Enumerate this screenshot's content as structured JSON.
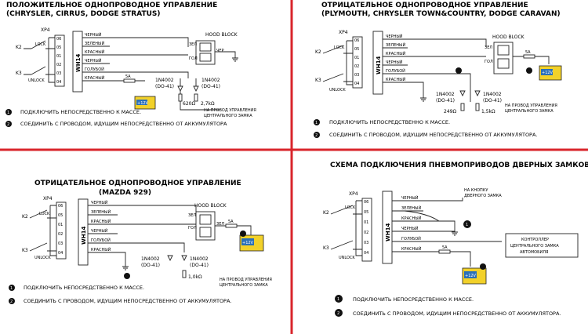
{
  "panels": {
    "tl": {
      "title1": "ПОЛОЖИТЕЛЬНОЕ ОДНОПРОВОДНОЕ УПРАВЛЕНИЕ",
      "title2": "(CHRYSLER, CIRRUS, DODGE STRATUS)",
      "connector": "XP4",
      "relay": "WH14",
      "k2": "K2",
      "k3": "K3",
      "lock": "LOCK",
      "unlock": "UNLOCK",
      "pins": [
        "06",
        "05",
        "01",
        "02",
        "03",
        "04"
      ],
      "wires": [
        "ЧЕРНЫЙ",
        "ЗЕЛЕНЫЙ",
        "КРАСНЫЙ",
        "ЧЕРНЫЙ",
        "ГОЛУБОЙ",
        "КРАСНЫЙ"
      ],
      "hood": "HOOD BLOCK",
      "hood_p1": "3ЕЛ",
      "hood_p2": "ГОЛ",
      "hood_p3": "ЧЕР",
      "diode1": "1N4002",
      "diode1b": "(DO-41)",
      "diode2": "1N4002",
      "diode2b": "(DO-41)",
      "fuse": "5A",
      "r1": "620Ω",
      "r2": "2,7kΩ",
      "to_lock1": "НА ПРОВОД УПРАВЛЕНИЯ",
      "to_lock2": "ЦЕНТРАЛЬНОГО ЗАМКА",
      "note1": "ПОДКЛЮЧИТЬ НЕПОСРЕДСТВЕННО К МАССЕ.",
      "note2": "СОЕДИНИТЬ С ПРОВОДОМ, ИДУЩИМ НЕПОСРЕДСТВЕННО ОТ АККУМУЛЯТОРА",
      "battery": "+12V"
    },
    "tr": {
      "title1": "ОТРИЦАТЕЛЬНОЕ ОДНОПРОВОДНОЕ УПРАВЛЕНИЕ",
      "title2": "(PLYMOUTH, CHRYSLER TOWN&COUNTRY, DODGE CARAVAN)",
      "connector": "XP4",
      "relay": "WH14",
      "k2": "K2",
      "k3": "K3",
      "lock": "LOCK",
      "unlock": "UNLOCK",
      "pins": [
        "06",
        "05",
        "01",
        "02",
        "03",
        "04"
      ],
      "wires": [
        "ЧЕРНЫЙ",
        "ЗЕЛЕНЫЙ",
        "КРАСНЫЙ",
        "ЧЕРНЫЙ",
        "ГОЛУБОЙ",
        "КРАСНЫЙ"
      ],
      "hood": "HOOD BLOCK",
      "hood_p1": "ЗЕЛ",
      "hood_p2": "ГОЛ",
      "diode1": "1N4002",
      "diode1b": "(DO-41)",
      "diode2": "1N4002",
      "diode2b": "(DO-41)",
      "fuse": "5A",
      "r1": "249Ω",
      "r2": "1,5kΩ",
      "to_lock1": "НА ПРОВОД УПРАВЛЕНИЯ",
      "to_lock2": "ЦЕНТРАЛЬНОГО ЗАМКА",
      "note1": "ПОДКЛЮЧИТЬ НЕПОСРЕДСТВЕННО К МАССЕ.",
      "note2": "СОЕДИНИТЬ С ПРОВОДОМ, ИДУЩИМ НЕПОСРЕДСТВЕННО ОТ АККУМУЛЯТОРА.",
      "battery": "+12V"
    },
    "bl": {
      "title1": "ОТРИЦАТЕЛЬНОЕ ОДНОПРОВОДНОЕ УПРАВЛЕНИЕ",
      "title2": "(MAZDA 929)",
      "connector": "XP4",
      "relay": "WH14",
      "k2": "K2",
      "k3": "K3",
      "lock": "LOCK",
      "unlock": "UNLOCK",
      "pins": [
        "06",
        "05",
        "01",
        "02",
        "03",
        "04"
      ],
      "wires": [
        "ЧЕРНЫЙ",
        "ЗЕЛЕНЫЙ",
        "КРАСНЫЙ",
        "ЧЕРНЫЙ",
        "ГОЛУБОЙ",
        "КРАСНЫЙ"
      ],
      "hood": "HOOD BLOCK",
      "hood_p1": "ЗЕЛ",
      "hood_p2": "ГОЛ",
      "hood_p3": "ЗЕЛ",
      "diode1": "1N4002",
      "diode1b": "(DO-41)",
      "diode2": "1N4002",
      "diode2b": "(DO-41)",
      "fuse": "5A",
      "r2": "1,0kΩ",
      "to_lock1": "НА ПРОВОД УПРАВЛЕНИЯ",
      "to_lock2": "ЦЕНТРАЛЬНОГО ЗАМКА",
      "note1": "ПОДКЛЮЧИТЬ НЕПОСРЕДСТВЕННО К МАССЕ.",
      "note2": "СОЕДИНИТЬ С ПРОВОДОМ, ИДУЩИМ НЕПОСРЕДСТВЕННО ОТ АККУМУЛЯТОРА.",
      "battery": "+12V"
    },
    "br": {
      "title1": "СХЕМА ПОДКЛЮЧЕНИЯ ПНЕВМОПРИВОДОВ ДВЕРНЫХ ЗАМКОВ",
      "connector": "XP4",
      "relay": "WH14",
      "k2": "K2",
      "k3": "K3",
      "lock": "LOCK",
      "unlock": "UNLOCK",
      "pins": [
        "06",
        "05",
        "01",
        "02",
        "03",
        "04"
      ],
      "wires": [
        "ЧЕРНЫЙ",
        "ЗЕЛЕНЫЙ",
        "КРАСНЫЙ",
        "ЧЕРНЫЙ",
        "ГОЛУБОЙ",
        "КРАСНЫЙ"
      ],
      "to_button1": "НА КНОПКУ",
      "to_button2": "ДВЕРНОГО ЗАМКА",
      "ctrl1": "КОНТРОЛЛЕР",
      "ctrl2": "ЦЕНТРАЛЬНОГО ЗАМКА",
      "ctrl3": "АВТОМОБИЛЯ",
      "fuse": "5A",
      "note1": "ПОДКЛЮЧИТЬ НЕПОСРЕДСТВЕННО К МАССЕ.",
      "note2": "СОЕДИНИТЬ С ПРОВОДОМ, ИДУЩИМ НЕПОСРЕДСТВЕННО ОТ АККУМУЛЯТОРА.",
      "battery": "+12V"
    }
  },
  "note_marks": [
    "1",
    "2"
  ],
  "colors": {
    "divider": "#d9252b",
    "battery": "#2a6fb8",
    "ink": "#222222"
  }
}
